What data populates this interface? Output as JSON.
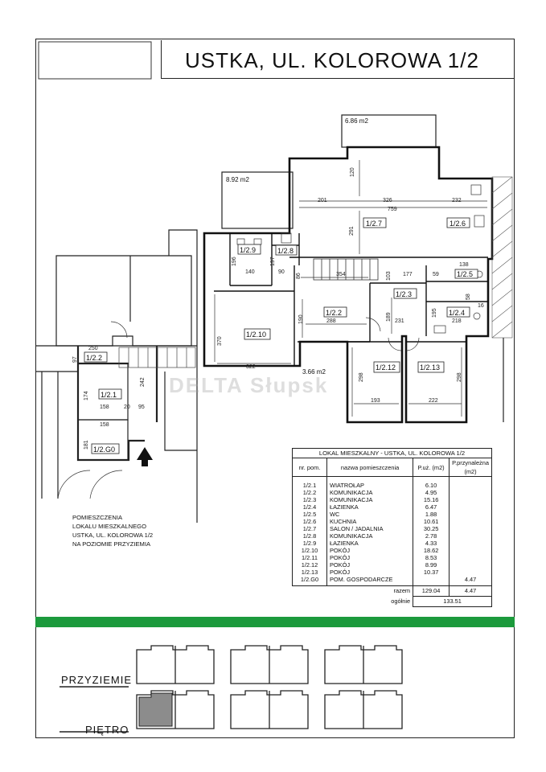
{
  "title": "USTKA, UL. KOLOROWA 1/2",
  "watermark": "DELTA Słupsk",
  "terraces": {
    "top": "6.86 m2",
    "left": "8.92 m2",
    "middle": "3.66 m2"
  },
  "rooms": {
    "r1": "1/2.1",
    "r2": "1/2.2",
    "r2b": "1/2.2",
    "r3": "1/2.3",
    "r4": "1/2.4",
    "r5": "1/2.5",
    "r6": "1/2.6",
    "r7": "1/2.7",
    "r8": "1/2.8",
    "r9": "1/2.9",
    "r10": "1/2.10",
    "r12": "1/2.12",
    "r13": "1/2.13",
    "g0": "1/2.G0"
  },
  "dims": [
    "759",
    "201",
    "326",
    "232",
    "120",
    "291",
    "354",
    "177",
    "59",
    "138",
    "190",
    "288",
    "189",
    "231",
    "195",
    "218",
    "370",
    "322",
    "298",
    "193",
    "222",
    "298",
    "250",
    "97",
    "174",
    "158",
    "20",
    "95",
    "181",
    "158",
    "196",
    "140",
    "197",
    "90",
    "86",
    "58",
    "16",
    "103",
    "242"
  ],
  "table": {
    "caption": "LOKAL MIESZKALNY - USTKA, UL. KOLOROWA 1/2",
    "headers": [
      "nr. pom.",
      "nazwa pomieszczenia",
      "P.uż. (m2)",
      "P.przynależna (m2)"
    ],
    "rows": [
      [
        "1/2.1",
        "WIATROŁAP",
        "6.10",
        ""
      ],
      [
        "1/2.2",
        "KOMUNIKACJA",
        "4.95",
        ""
      ],
      [
        "1/2.3",
        "KOMUNIKACJA",
        "15.16",
        ""
      ],
      [
        "1/2.4",
        "ŁAZIENKA",
        "6.47",
        ""
      ],
      [
        "1/2.5",
        "WC",
        "1.88",
        ""
      ],
      [
        "1/2.6",
        "KUCHNIA",
        "10.61",
        ""
      ],
      [
        "1/2.7",
        "SALON / JADALNIA",
        "30.25",
        ""
      ],
      [
        "1/2.8",
        "KOMUNIKACJA",
        "2.78",
        ""
      ],
      [
        "1/2.9",
        "ŁAZIENKA",
        "4.33",
        ""
      ],
      [
        "1/2.10",
        "POKÓJ",
        "18.62",
        ""
      ],
      [
        "1/2.11",
        "POKÓJ",
        "8.53",
        ""
      ],
      [
        "1/2.12",
        "POKÓJ",
        "8.99",
        ""
      ],
      [
        "1/2.13",
        "POKÓJ",
        "10.37",
        ""
      ],
      [
        "1/2.G0",
        "POM. GOSPODARCZE",
        "",
        "4.47"
      ]
    ],
    "sum_label": "razem",
    "sum_usable": "129.04",
    "sum_extra": "4.47",
    "total_label": "ogółnie",
    "total_value": "133.51"
  },
  "notes": [
    "POMIESZCZENIA",
    "LOKALU MIESZKALNEGO",
    "USTKA, UL. KOLOROWA 1/2",
    "NA POZIOMIE PRZYZIEMIA"
  ],
  "levels": {
    "ground": "PRZYZIEMIE",
    "floor": "PIĘTRO"
  },
  "colors": {
    "accent_green": "#1c9a3c",
    "highlight_gray": "#8c8c8c"
  }
}
